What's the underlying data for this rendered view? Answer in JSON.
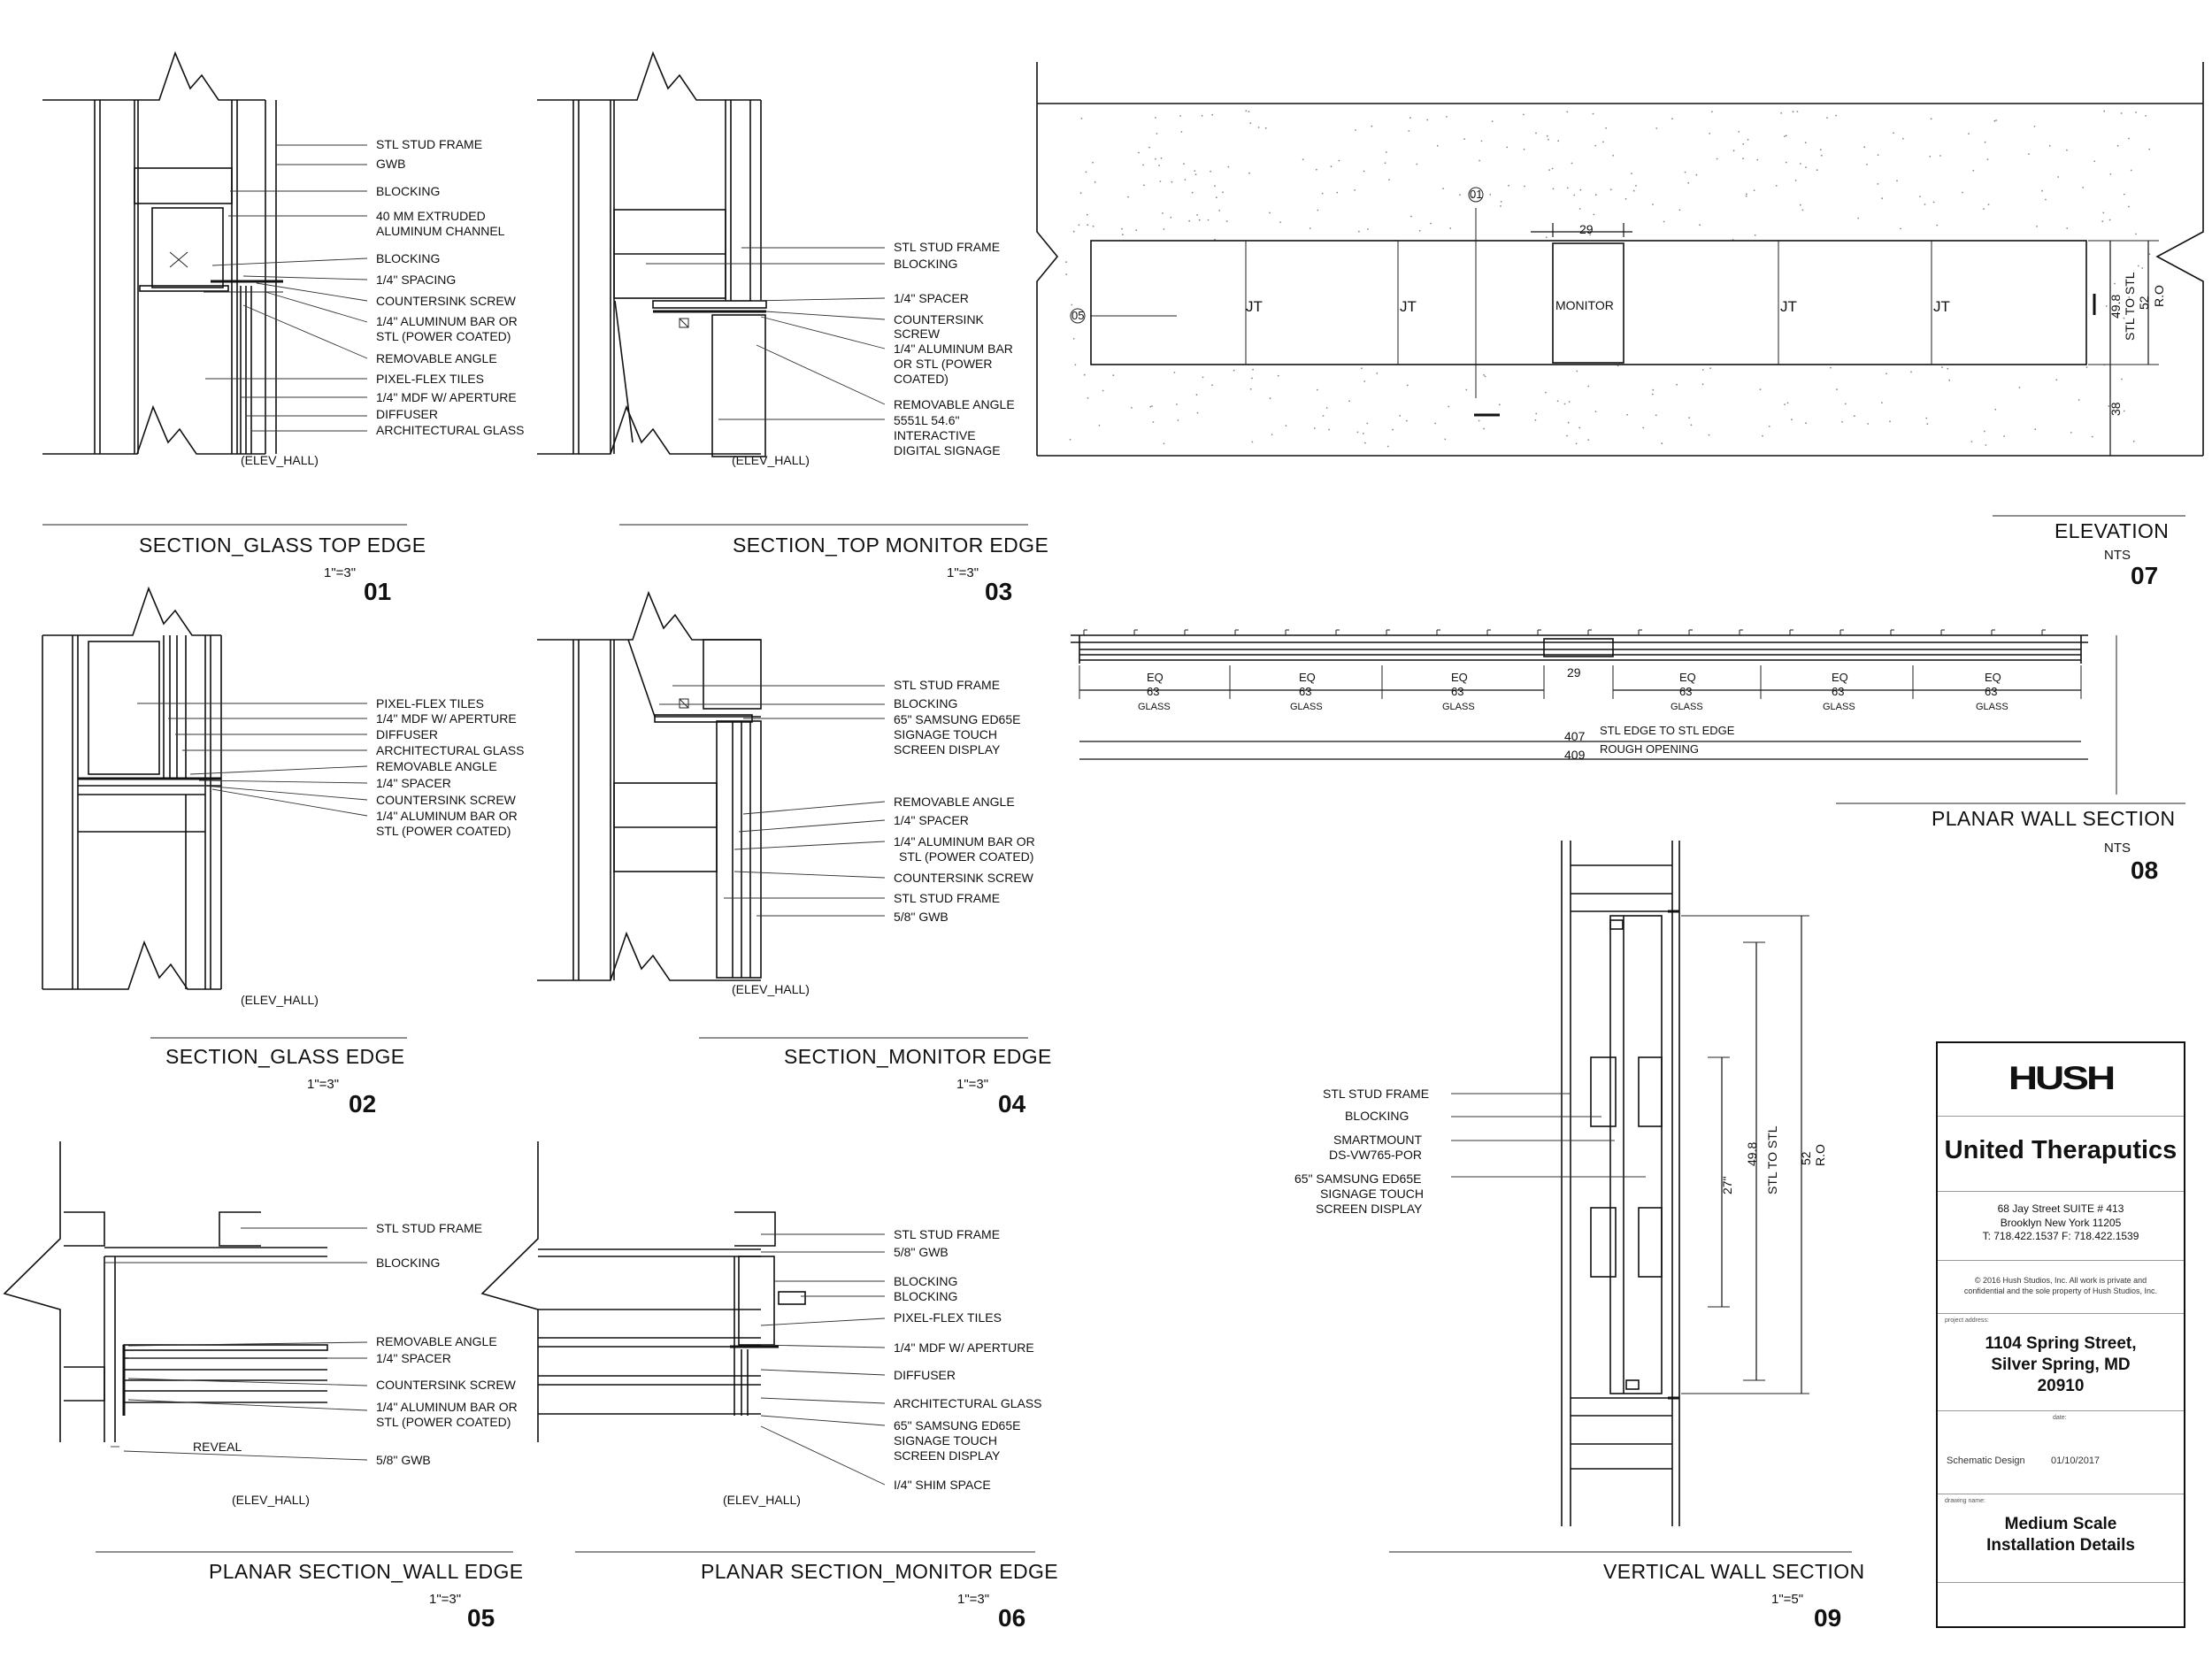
{
  "details": [
    {
      "id": "01",
      "title": "SECTION_GLASS TOP EDGE",
      "scale": "1\"=3\"",
      "elev": "(ELEV_HALL)",
      "labels": [
        "STL STUD FRAME",
        "GWB",
        "BLOCKING",
        "40 MM EXTRUDED",
        "ALUMINUM CHANNEL",
        "BLOCKING",
        "1/4\" SPACING",
        "COUNTERSINK SCREW",
        "1/4\" ALUMINUM BAR OR",
        "STL (POWER COATED)",
        "REMOVABLE ANGLE",
        "PIXEL-FLEX TILES",
        "1/4\" MDF W/ APERTURE",
        "DIFFUSER",
        "ARCHITECTURAL GLASS"
      ]
    },
    {
      "id": "02",
      "title": "SECTION_GLASS EDGE",
      "scale": "1\"=3\"",
      "elev": "(ELEV_HALL)",
      "labels": [
        "PIXEL-FLEX TILES",
        "1/4\" MDF W/ APERTURE",
        "DIFFUSER",
        "ARCHITECTURAL GLASS",
        "REMOVABLE ANGLE",
        "1/4\" SPACER",
        "COUNTERSINK SCREW",
        "1/4\" ALUMINUM BAR OR",
        "STL (POWER COATED)"
      ]
    },
    {
      "id": "03",
      "title": "SECTION_TOP MONITOR EDGE",
      "scale": "1\"=3\"",
      "elev": "(ELEV_HALL)",
      "labels": [
        "STL STUD FRAME",
        "BLOCKING",
        "1/4\" SPACER",
        "COUNTERSINK",
        "SCREW",
        "1/4\" ALUMINUM BAR",
        "OR STL (POWER",
        "COATED)",
        "REMOVABLE ANGLE",
        "5551L 54.6\"",
        "INTERACTIVE",
        "DIGITAL SIGNAGE"
      ]
    },
    {
      "id": "04",
      "title": "SECTION_MONITOR EDGE",
      "scale": "1\"=3\"",
      "elev": "(ELEV_HALL)",
      "labels": [
        "STL STUD FRAME",
        "BLOCKING",
        "65\" SAMSUNG ED65E",
        "SIGNAGE TOUCH",
        "SCREEN DISPLAY",
        "REMOVABLE ANGLE",
        "1/4\" SPACER",
        "1/4\" ALUMINUM BAR OR",
        "STL (POWER COATED)",
        "COUNTERSINK SCREW",
        "STL STUD FRAME",
        "5/8\" GWB"
      ]
    },
    {
      "id": "05",
      "title": "PLANAR SECTION_WALL EDGE",
      "scale": "1\"=3\"",
      "elev": "(ELEV_HALL)",
      "labels": [
        "STL STUD FRAME",
        "BLOCKING",
        "REMOVABLE ANGLE",
        "1/4\" SPACER",
        "COUNTERSINK SCREW",
        "1/4\" ALUMINUM BAR OR",
        "STL (POWER COATED)",
        "REVEAL",
        "5/8\" GWB"
      ]
    },
    {
      "id": "06",
      "title": "PLANAR SECTION_MONITOR EDGE",
      "scale": "1\"=3\"",
      "elev": "(ELEV_HALL)",
      "labels": [
        "STL STUD FRAME",
        "5/8\" GWB",
        "BLOCKING",
        "BLOCKING",
        "PIXEL-FLEX TILES",
        "1/4\" MDF W/ APERTURE",
        "DIFFUSER",
        "ARCHITECTURAL GLASS",
        "65\" SAMSUNG ED65E",
        "SIGNAGE TOUCH",
        "SCREEN DISPLAY",
        "I/4\" SHIM SPACE"
      ]
    },
    {
      "id": "07",
      "title": "ELEVATION",
      "scale": "NTS",
      "labels": [
        "JT",
        "JT",
        "MONITOR",
        "JT",
        "JT",
        "29",
        "01",
        "05",
        "49.8",
        "STL TO STL",
        "52",
        "R.O",
        "38"
      ]
    },
    {
      "id": "08",
      "title": "PLANAR WALL  SECTION",
      "scale": "NTS",
      "labels": [
        "EQ",
        "63",
        "GLASS",
        "29",
        "STL EDGE TO STL EDGE",
        "ROUGH OPENING",
        "407",
        "409"
      ]
    },
    {
      "id": "09",
      "title": "VERTICAL WALL SECTION",
      "scale": "1\"=5\"",
      "labels": [
        "STL STUD FRAME",
        "BLOCKING",
        "SMARTMOUNT",
        "DS-VW765-POR",
        "65\" SAMSUNG ED65E",
        "SIGNAGE TOUCH",
        "SCREEN DISPLAY",
        "27\"",
        "49.8",
        "STL TO STL",
        "52",
        "R.O"
      ]
    }
  ],
  "titleblock": {
    "logo": "HUSH",
    "client": "United Theraputics",
    "address": [
      "68 Jay Street  SUITE # 413",
      "Brooklyn New York 11205",
      "T: 718.422.1537  F: 718.422.1539"
    ],
    "copyright": [
      "© 2016 Hush Studios, Inc. All work is private and",
      "confidential and the sole property of Hush Studios, Inc."
    ],
    "project_label": "project address:",
    "project": [
      "1104 Spring Street,",
      "Silver Spring, MD",
      "20910"
    ],
    "date_label": "date:",
    "phase": "Schematic Design",
    "date": "01/10/2017",
    "drawing_label": "drawing name:",
    "drawing": [
      "Medium Scale",
      "Installation Details"
    ]
  }
}
